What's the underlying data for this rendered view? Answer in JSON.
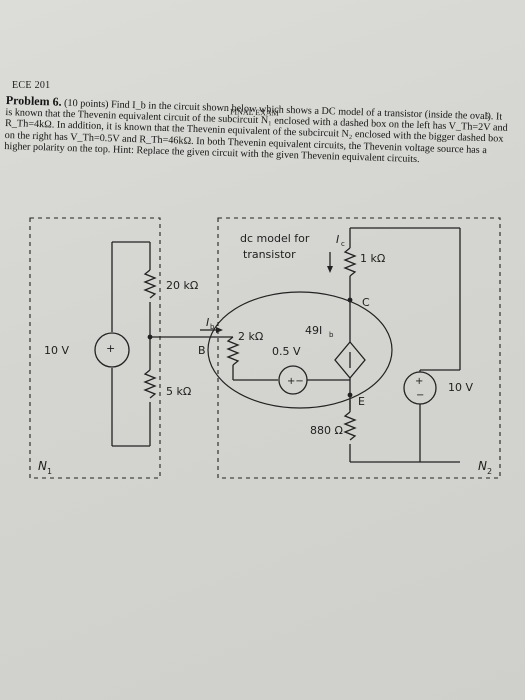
{
  "header": {
    "course": "ECE 201",
    "exam": "FINAL EXAM",
    "page_number": "5"
  },
  "problem": {
    "title": "Problem 6.",
    "text": "(10 points) Find I_b in the circuit shown below which shows a DC model of a transistor (inside the oval). It is known that the Thevenin equivalent circuit of the subcircuit N₁ enclosed with a dashed box on the left has V_Th=2V and R_Th=4kΩ. In addition, it is known that the Thevenin equivalent of the subcircuit N₂ enclosed with the bigger dashed box on the right has V_Th=0.5V and R_Th=46kΩ. In both Thevenin equivalent circuits, the Thevenin voltage source has a higher polarity on the top. Hint: Replace the given circuit with the given Thevenin equivalent circuits."
  },
  "circuit": {
    "label_model": "dc model for",
    "label_model_2": "transistor",
    "label_ic": "I",
    "label_ic_sub": "c",
    "label_ib": "I",
    "label_ib_sub": "b",
    "r_top_left": "20 kΩ",
    "r_bottom_left": "5 kΩ",
    "r_base": "2 kΩ",
    "r_collector": "1 kΩ",
    "r_emitter": "880 Ω",
    "v_left": "10 V",
    "v_right": "10 V",
    "v_diode": "0.5 V",
    "dep_source": "49I",
    "dep_source_sub": "b",
    "node_b": "B",
    "node_c": "C",
    "node_e": "E",
    "n1": "N",
    "n1_sub": "1",
    "n2": "N",
    "n2_sub": "2"
  }
}
